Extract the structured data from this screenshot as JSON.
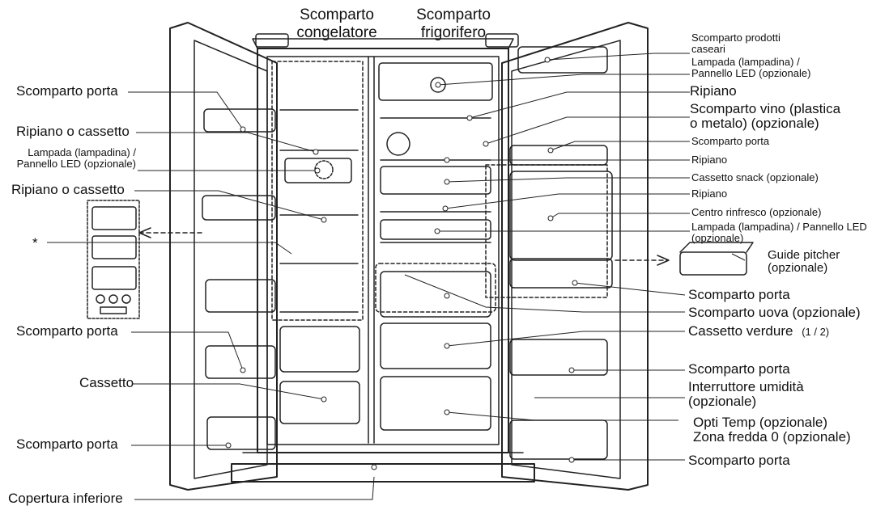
{
  "headers": {
    "freezer": [
      "Scomparto",
      "congelatore"
    ],
    "fridge": [
      "Scomparto",
      "frigorifero"
    ]
  },
  "left_labels": {
    "door_bin_1": "Scomparto porta",
    "shelf_drawer_1": "Ripiano o cassetto",
    "lamp": [
      "Lampada (lampadina) /",
      "Pannello LED (opzionale)"
    ],
    "shelf_drawer_2": "Ripiano o cassetto",
    "asterisk": "*",
    "door_bin_2": "Scomparto porta",
    "drawer": "Cassetto",
    "door_bin_3": "Scomparto porta",
    "bottom_cover": "Copertura inferiore"
  },
  "right_labels": {
    "dairy": [
      "Scomparto prodotti",
      "caseari"
    ],
    "lamp_top": [
      "Lampada (lampadina) /",
      "Pannello LED (opzionale)"
    ],
    "shelf_1": "Ripiano",
    "wine": [
      "Scomparto vino (plastica",
      "o metalo) (opzionale)"
    ],
    "door_bin_1": "Scomparto porta",
    "shelf_2": "Ripiano",
    "snack": "Cassetto snack (opzionale)",
    "shelf_3": "Ripiano",
    "refresh": "Centro rinfresco (opzionale)",
    "lamp_mid": [
      "Lampada (lampadina) / Pannello LED",
      "(opzionale)"
    ],
    "pitcher": [
      "Guide pitcher",
      "(opzionale)"
    ],
    "door_bin_2": "Scomparto porta",
    "egg": "Scomparto uova (opzionale)",
    "veg": "Cassetto verdure",
    "veg_suffix": "(1 / 2)",
    "door_bin_3": "Scomparto porta",
    "humidity": [
      "Interruttore umidità",
      "(opzionale)"
    ],
    "opti": [
      "Opti Temp (opzionale)",
      "Zona fredda 0 (opzionale)"
    ],
    "door_bin_4": "Scomparto porta"
  }
}
